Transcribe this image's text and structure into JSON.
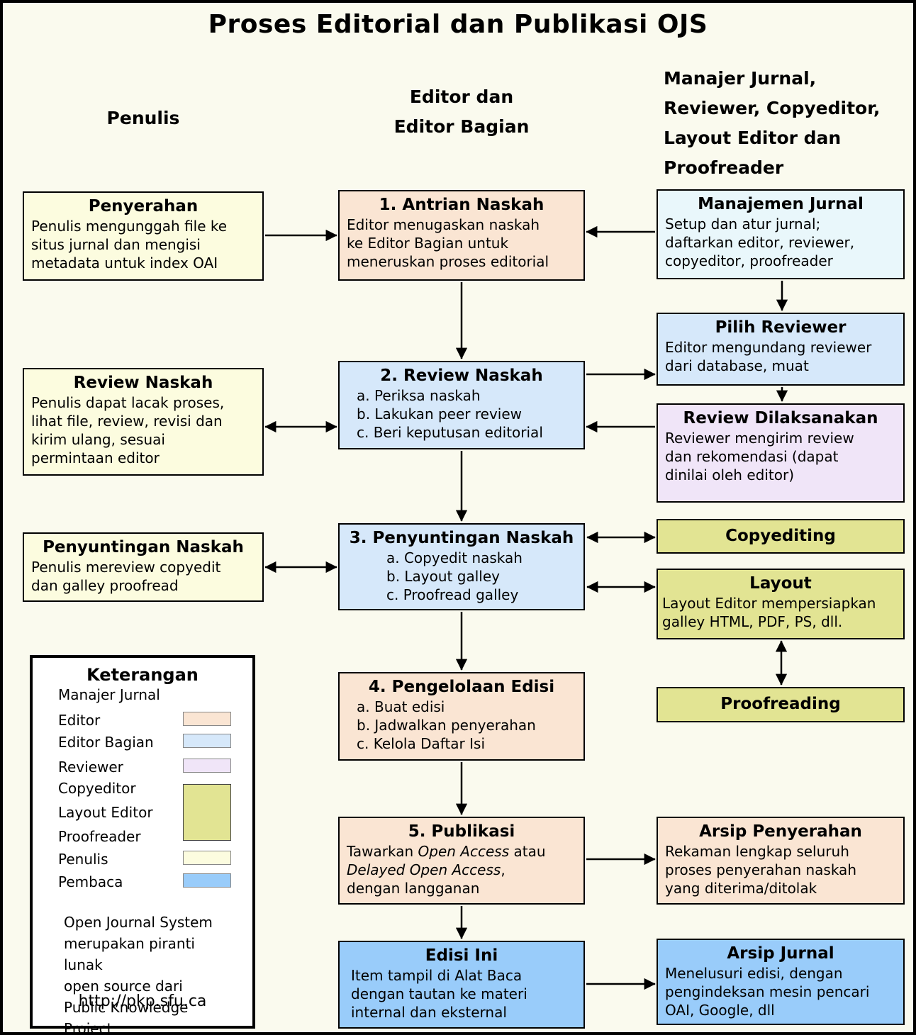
{
  "title": "Proses Editorial dan Publikasi OJS",
  "columns": {
    "left": "Penulis",
    "center": "Editor dan\nEditor Bagian",
    "right": "Manajer Jurnal,\nReviewer, Copyeditor,\nLayout Editor dan\nProofreader"
  },
  "boxes": {
    "penyerahan": {
      "title": "Penyerahan",
      "body": "Penulis mengunggah file ke\nsitus jurnal dan mengisi\nmetadata untuk index OAI"
    },
    "antrian": {
      "title": "1. Antrian Naskah",
      "body": "Editor menugaskan naskah\nke Editor Bagian untuk\nmeneruskan proses editorial"
    },
    "manajemen": {
      "title": "Manajemen Jurnal",
      "body": "Setup dan atur jurnal;\ndaftarkan editor, reviewer,\ncopyeditor, proofreader"
    },
    "pilih_reviewer": {
      "title": "Pilih Reviewer",
      "body": "Editor mengundang reviewer\ndari database, muat"
    },
    "review_naskah_penulis": {
      "title": "Review Naskah",
      "body": "Penulis dapat lacak proses,\nlihat file, review, revisi dan\nkirim ulang, sesuai\npermintaan editor"
    },
    "review_naskah": {
      "title": "2. Review Naskah",
      "body": "a. Periksa naskah\nb. Lakukan peer review\nc. Beri keputusan editorial"
    },
    "review_dilaksanakan": {
      "title": "Review Dilaksanakan",
      "body": "Reviewer mengirim review\ndan rekomendasi (dapat\ndinilai oleh editor)"
    },
    "penyuntingan_penulis": {
      "title": "Penyuntingan Naskah",
      "body": "Penulis mereview copyedit\ndan galley proofread"
    },
    "penyuntingan": {
      "title": "3. Penyuntingan Naskah",
      "body": "a. Copyedit naskah\nb. Layout galley\nc. Proofread galley"
    },
    "copyediting": {
      "title": "Copyediting"
    },
    "layout": {
      "title": "Layout",
      "body": "Layout Editor mempersiapkan\ngalley HTML, PDF, PS, dll."
    },
    "proofreading": {
      "title": "Proofreading"
    },
    "pengelolaan": {
      "title": "4. Pengelolaan Edisi",
      "body": "a. Buat edisi\nb. Jadwalkan penyerahan\nc. Kelola Daftar Isi"
    },
    "publikasi": {
      "title": "5. Publikasi",
      "body_rich": [
        {
          "t": "Tawarkan "
        },
        {
          "t": "Open Access",
          "i": true
        },
        {
          "t": " atau\n"
        },
        {
          "t": "Delayed Open Access",
          "i": true
        },
        {
          "t": ",\ndengan langganan"
        }
      ]
    },
    "arsip_penyerahan": {
      "title": "Arsip Penyerahan",
      "body": "Rekaman lengkap seluruh\nproses penyerahan naskah\nyang diterima/ditolak"
    },
    "edisi_ini": {
      "title": "Edisi Ini",
      "body": "Item tampil di Alat Baca\ndengan tautan ke materi\ninternal dan eksternal"
    },
    "arsip_jurnal": {
      "title": "Arsip Jurnal",
      "body": "Menelusuri edisi, dengan\npengindeksan mesin pencari\nOAI, Google, dll"
    }
  },
  "legend": {
    "title": "Keterangan",
    "items": [
      {
        "label": "Manajer Jurnal",
        "swatch": null
      },
      {
        "label": "Editor",
        "swatch": "#FAE5D3"
      },
      {
        "label": "Editor Bagian",
        "swatch": "#D6E8FA"
      },
      {
        "label": "Reviewer",
        "swatch": "#F0E5F8"
      },
      {
        "label": "Copyeditor",
        "swatch": "#E2E493"
      },
      {
        "label": "Layout Editor",
        "swatch": "#E2E493"
      },
      {
        "label": "Proofreader",
        "swatch": "#E2E493"
      },
      {
        "label": "Penulis",
        "swatch": "#FCFCDF"
      },
      {
        "label": "Pembaca",
        "swatch": "#99CCFA"
      }
    ],
    "note": "Open Journal System\nmerupakan piranti lunak\nopen source dari\nPublic Knowledge Project",
    "url": "http://pkp.sfu.ca"
  },
  "colors": {
    "background": "#FAFAEE",
    "line": "#000000",
    "penulis": "#FCFCDF",
    "editor": "#FAE5D3",
    "editor_bagian": "#D6E8FA",
    "manajer_jurnal": "#E9F7FB",
    "reviewer": "#F0E5F8",
    "copyeditor_layout_proofreader": "#E2E493",
    "pembaca": "#99CCFA"
  }
}
